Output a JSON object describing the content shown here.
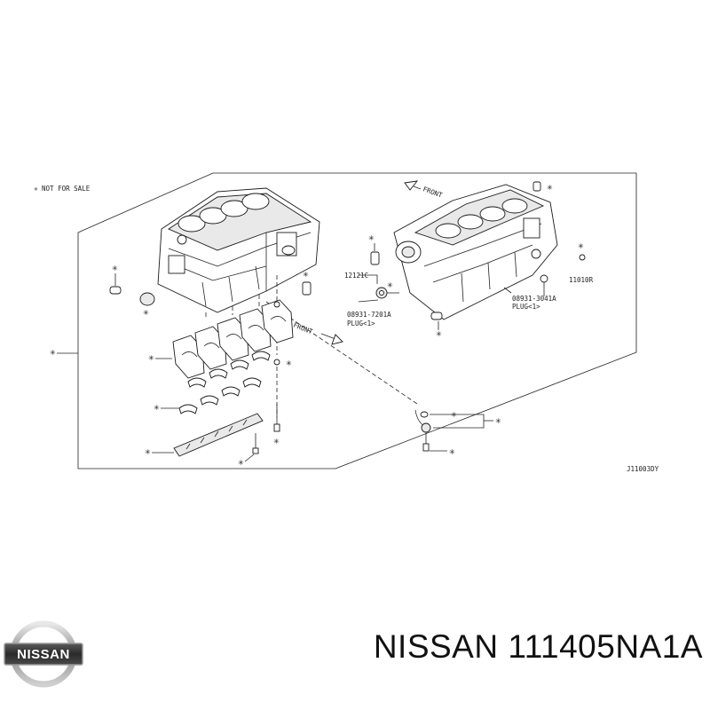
{
  "diagram": {
    "note": "✳ NOT FOR SALE",
    "front_label_top": "FRONT",
    "front_label_mid": "FRONT",
    "star": "✳",
    "part_labels": {
      "p12121c": "12121C",
      "p11010r": "11010R",
      "p08931_7201a": "08931-7201A",
      "p08931_7201a_sub": "PLUG<1>",
      "p08931_3041a": "08931-3041A",
      "p08931_3041a_sub": "PLUG<1>",
      "ref": "J11003DY"
    }
  },
  "footer": {
    "brand": "NISSAN",
    "title": "NISSAN 111405NA1A"
  }
}
